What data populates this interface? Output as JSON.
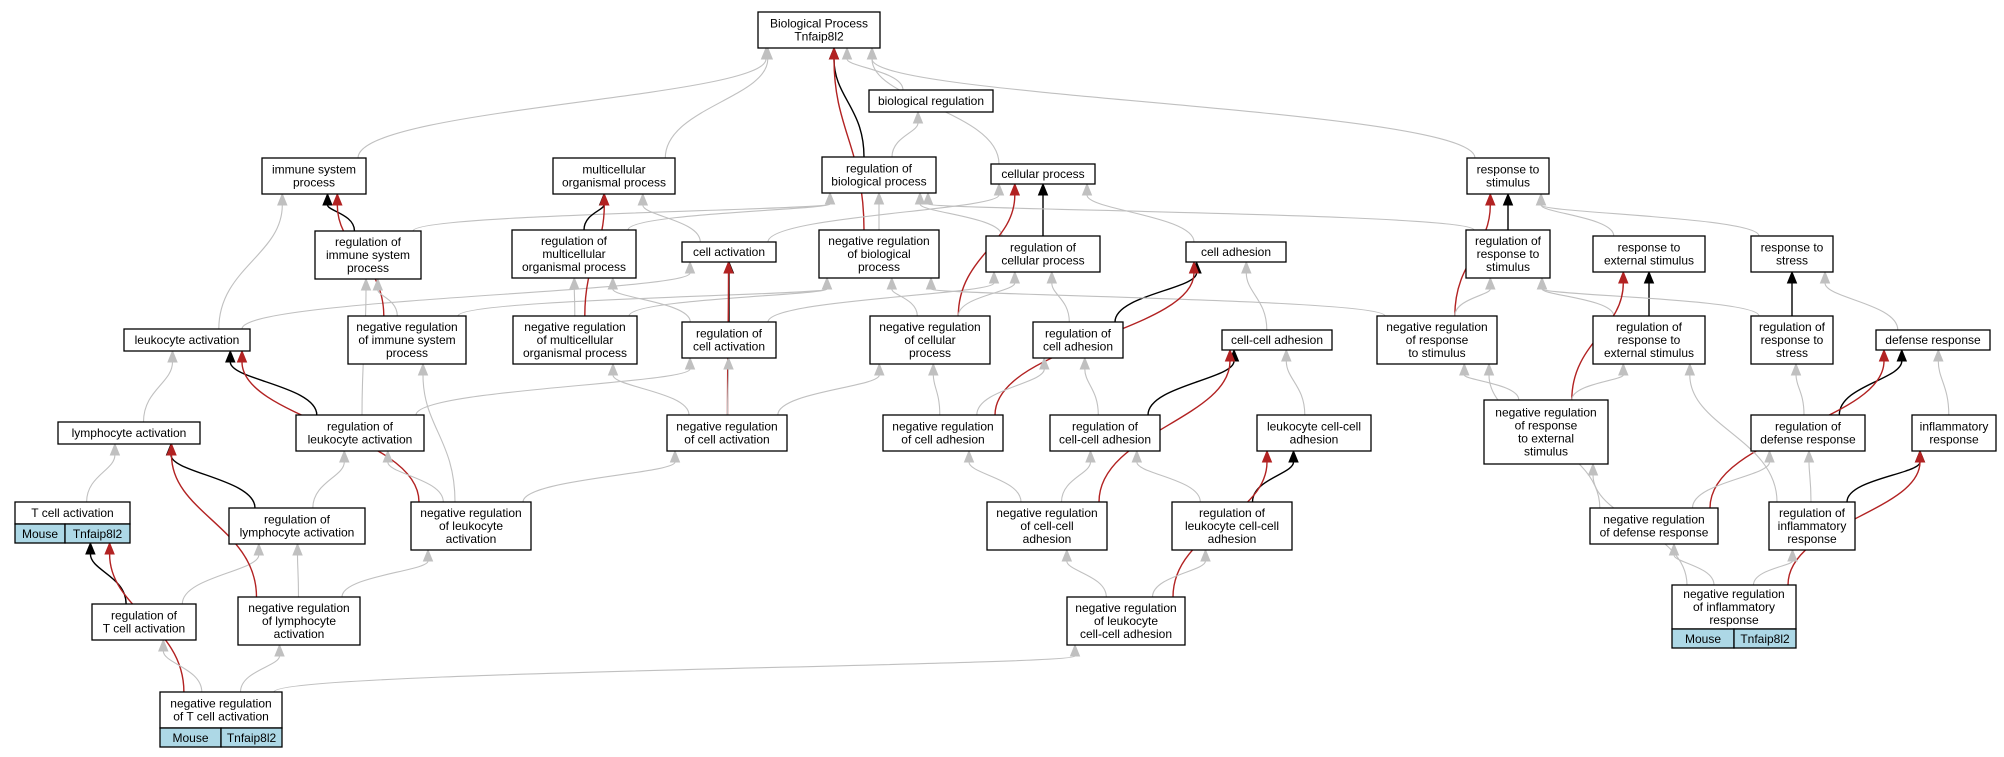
{
  "colors": {
    "black": "#000000",
    "gray": "#c0c0c0",
    "red": "#b22222",
    "annotation_fill": "#add8e6",
    "node_fill": "#ffffff"
  },
  "nodes": [
    {
      "id": "bp",
      "lines": [
        "Biological Process",
        "Tnfaip8l2"
      ]
    },
    {
      "id": "biol_reg",
      "lines": [
        "biological regulation"
      ]
    },
    {
      "id": "imm_sys",
      "lines": [
        "immune system",
        "process"
      ]
    },
    {
      "id": "multi_org",
      "lines": [
        "multicellular",
        "organismal process"
      ]
    },
    {
      "id": "reg_bp",
      "lines": [
        "regulation of",
        "biological process"
      ]
    },
    {
      "id": "cell_proc",
      "lines": [
        "cellular process"
      ]
    },
    {
      "id": "resp_stim",
      "lines": [
        "response to",
        "stimulus"
      ]
    },
    {
      "id": "reg_imm",
      "lines": [
        "regulation of",
        "immune system",
        "process"
      ]
    },
    {
      "id": "reg_multi",
      "lines": [
        "regulation of",
        "multicellular",
        "organismal process"
      ]
    },
    {
      "id": "cell_act",
      "lines": [
        "cell activation"
      ]
    },
    {
      "id": "neg_reg_bp",
      "lines": [
        "negative regulation",
        "of biological",
        "process"
      ]
    },
    {
      "id": "reg_cell_proc",
      "lines": [
        "regulation of",
        "cellular process"
      ]
    },
    {
      "id": "cell_adh",
      "lines": [
        "cell adhesion"
      ]
    },
    {
      "id": "reg_resp_stim",
      "lines": [
        "regulation of",
        "response to",
        "stimulus"
      ]
    },
    {
      "id": "resp_ext",
      "lines": [
        "response to",
        "external stimulus"
      ]
    },
    {
      "id": "resp_stress",
      "lines": [
        "response to",
        "stress"
      ]
    },
    {
      "id": "leuk_act",
      "lines": [
        "leukocyte activation"
      ]
    },
    {
      "id": "neg_reg_imm",
      "lines": [
        "negative regulation",
        "of immune system",
        "process"
      ]
    },
    {
      "id": "neg_reg_multi",
      "lines": [
        "negative regulation",
        "of multicellular",
        "organismal process"
      ]
    },
    {
      "id": "reg_cell_act",
      "lines": [
        "regulation of",
        "cell activation"
      ]
    },
    {
      "id": "neg_reg_cell_proc",
      "lines": [
        "negative regulation",
        "of cellular",
        "process"
      ]
    },
    {
      "id": "reg_cell_adh",
      "lines": [
        "regulation of",
        "cell adhesion"
      ]
    },
    {
      "id": "cc_adh",
      "lines": [
        "cell-cell adhesion"
      ]
    },
    {
      "id": "neg_reg_resp_stim",
      "lines": [
        "negative regulation",
        "of response",
        "to stimulus"
      ]
    },
    {
      "id": "reg_resp_ext",
      "lines": [
        "regulation of",
        "response to",
        "external stimulus"
      ]
    },
    {
      "id": "reg_resp_stress",
      "lines": [
        "regulation of",
        "response to",
        "stress"
      ]
    },
    {
      "id": "def_resp",
      "lines": [
        "defense response"
      ]
    },
    {
      "id": "lymph_act",
      "lines": [
        "lymphocyte activation"
      ]
    },
    {
      "id": "reg_leuk_act",
      "lines": [
        "regulation of",
        "leukocyte activation"
      ]
    },
    {
      "id": "neg_reg_cell_act",
      "lines": [
        "negative regulation",
        "of cell activation"
      ]
    },
    {
      "id": "neg_reg_cell_adh",
      "lines": [
        "negative regulation",
        "of cell adhesion"
      ]
    },
    {
      "id": "reg_cc_adh",
      "lines": [
        "regulation of",
        "cell-cell adhesion"
      ]
    },
    {
      "id": "leuk_cc_adh",
      "lines": [
        "leukocyte cell-cell",
        "adhesion"
      ]
    },
    {
      "id": "neg_reg_resp_ext",
      "lines": [
        "negative regulation",
        "of response",
        "to external",
        "stimulus"
      ]
    },
    {
      "id": "reg_def",
      "lines": [
        "regulation of",
        "defense response"
      ]
    },
    {
      "id": "infl",
      "lines": [
        "inflammatory",
        "response"
      ]
    },
    {
      "id": "tcell_act",
      "lines": [
        "T cell activation"
      ],
      "annotation": [
        "Mouse",
        "Tnfaip8l2"
      ]
    },
    {
      "id": "reg_lymph_act",
      "lines": [
        "regulation of",
        "lymphocyte activation"
      ]
    },
    {
      "id": "neg_reg_leuk_act",
      "lines": [
        "negative regulation",
        "of leukocyte",
        "activation"
      ]
    },
    {
      "id": "neg_reg_cc_adh",
      "lines": [
        "negative regulation",
        "of cell-cell",
        "adhesion"
      ]
    },
    {
      "id": "reg_leuk_cc_adh",
      "lines": [
        "regulation of",
        "leukocyte cell-cell",
        "adhesion"
      ]
    },
    {
      "id": "neg_reg_def",
      "lines": [
        "negative regulation",
        "of defense response"
      ]
    },
    {
      "id": "reg_infl",
      "lines": [
        "regulation of",
        "inflammatory",
        "response"
      ]
    },
    {
      "id": "reg_tcell_act",
      "lines": [
        "regulation of",
        "T cell activation"
      ]
    },
    {
      "id": "neg_reg_lymph_act",
      "lines": [
        "negative regulation",
        "of lymphocyte",
        "activation"
      ]
    },
    {
      "id": "neg_reg_leuk_cc_adh",
      "lines": [
        "negative regulation",
        "of leukocyte",
        "cell-cell adhesion"
      ]
    },
    {
      "id": "neg_reg_infl",
      "lines": [
        "negative regulation",
        "of inflammatory",
        "response"
      ],
      "annotation": [
        "Mouse",
        "Tnfaip8l2"
      ]
    },
    {
      "id": "neg_reg_tcell_act",
      "lines": [
        "negative regulation",
        "of T cell activation"
      ],
      "annotation": [
        "Mouse",
        "Tnfaip8l2"
      ]
    }
  ],
  "edges": [
    {
      "from": "biol_reg",
      "to": "bp",
      "kind": "is_a"
    },
    {
      "from": "imm_sys",
      "to": "bp",
      "kind": "is_a"
    },
    {
      "from": "multi_org",
      "to": "bp",
      "kind": "is_a"
    },
    {
      "from": "reg_bp",
      "to": "bp",
      "kind": "regulates"
    },
    {
      "from": "reg_bp",
      "to": "biol_reg",
      "kind": "is_a"
    },
    {
      "from": "cell_proc",
      "to": "bp",
      "kind": "is_a"
    },
    {
      "from": "resp_stim",
      "to": "bp",
      "kind": "is_a"
    },
    {
      "from": "neg_reg_bp",
      "to": "bp",
      "kind": "negatively_regulates"
    },
    {
      "from": "neg_reg_bp",
      "to": "reg_bp",
      "kind": "is_a"
    },
    {
      "from": "reg_imm",
      "to": "imm_sys",
      "kind": "regulates"
    },
    {
      "from": "reg_imm",
      "to": "reg_bp",
      "kind": "is_a"
    },
    {
      "from": "reg_multi",
      "to": "multi_org",
      "kind": "regulates"
    },
    {
      "from": "reg_multi",
      "to": "reg_bp",
      "kind": "is_a"
    },
    {
      "from": "cell_act",
      "to": "cell_proc",
      "kind": "is_a"
    },
    {
      "from": "cell_act",
      "to": "multi_org",
      "kind": "is_a"
    },
    {
      "from": "reg_cell_proc",
      "to": "cell_proc",
      "kind": "regulates"
    },
    {
      "from": "reg_cell_proc",
      "to": "reg_bp",
      "kind": "is_a"
    },
    {
      "from": "cell_adh",
      "to": "cell_proc",
      "kind": "is_a"
    },
    {
      "from": "reg_resp_stim",
      "to": "resp_stim",
      "kind": "regulates"
    },
    {
      "from": "reg_resp_stim",
      "to": "reg_bp",
      "kind": "is_a"
    },
    {
      "from": "resp_ext",
      "to": "resp_stim",
      "kind": "is_a"
    },
    {
      "from": "resp_stress",
      "to": "resp_stim",
      "kind": "is_a"
    },
    {
      "from": "leuk_act",
      "to": "imm_sys",
      "kind": "is_a"
    },
    {
      "from": "leuk_act",
      "to": "cell_act",
      "kind": "is_a"
    },
    {
      "from": "neg_reg_imm",
      "to": "imm_sys",
      "kind": "negatively_regulates"
    },
    {
      "from": "neg_reg_imm",
      "to": "reg_imm",
      "kind": "is_a"
    },
    {
      "from": "neg_reg_imm",
      "to": "neg_reg_bp",
      "kind": "is_a"
    },
    {
      "from": "neg_reg_multi",
      "to": "multi_org",
      "kind": "negatively_regulates"
    },
    {
      "from": "neg_reg_multi",
      "to": "reg_multi",
      "kind": "is_a"
    },
    {
      "from": "neg_reg_multi",
      "to": "neg_reg_bp",
      "kind": "is_a"
    },
    {
      "from": "reg_cell_act",
      "to": "cell_act",
      "kind": "regulates"
    },
    {
      "from": "reg_cell_act",
      "to": "reg_cell_proc",
      "kind": "is_a"
    },
    {
      "from": "reg_cell_act",
      "to": "reg_multi",
      "kind": "is_a"
    },
    {
      "from": "neg_reg_cell_proc",
      "to": "cell_proc",
      "kind": "negatively_regulates"
    },
    {
      "from": "neg_reg_cell_proc",
      "to": "reg_cell_proc",
      "kind": "is_a"
    },
    {
      "from": "neg_reg_cell_proc",
      "to": "neg_reg_bp",
      "kind": "is_a"
    },
    {
      "from": "reg_cell_adh",
      "to": "cell_adh",
      "kind": "regulates"
    },
    {
      "from": "reg_cell_adh",
      "to": "reg_cell_proc",
      "kind": "is_a"
    },
    {
      "from": "cc_adh",
      "to": "cell_adh",
      "kind": "is_a"
    },
    {
      "from": "neg_reg_resp_stim",
      "to": "resp_stim",
      "kind": "negatively_regulates"
    },
    {
      "from": "neg_reg_resp_stim",
      "to": "reg_resp_stim",
      "kind": "is_a"
    },
    {
      "from": "neg_reg_resp_stim",
      "to": "neg_reg_bp",
      "kind": "is_a"
    },
    {
      "from": "reg_resp_ext",
      "to": "resp_ext",
      "kind": "regulates"
    },
    {
      "from": "reg_resp_ext",
      "to": "reg_resp_stim",
      "kind": "is_a"
    },
    {
      "from": "reg_resp_stress",
      "to": "resp_stress",
      "kind": "regulates"
    },
    {
      "from": "reg_resp_stress",
      "to": "reg_resp_stim",
      "kind": "is_a"
    },
    {
      "from": "def_resp",
      "to": "resp_stress",
      "kind": "is_a"
    },
    {
      "from": "lymph_act",
      "to": "leuk_act",
      "kind": "is_a"
    },
    {
      "from": "reg_leuk_act",
      "to": "leuk_act",
      "kind": "regulates"
    },
    {
      "from": "reg_leuk_act",
      "to": "reg_imm",
      "kind": "is_a"
    },
    {
      "from": "reg_leuk_act",
      "to": "reg_cell_act",
      "kind": "is_a"
    },
    {
      "from": "neg_reg_cell_act",
      "to": "cell_act",
      "kind": "negatively_regulates"
    },
    {
      "from": "neg_reg_cell_act",
      "to": "reg_cell_act",
      "kind": "is_a"
    },
    {
      "from": "neg_reg_cell_act",
      "to": "neg_reg_cell_proc",
      "kind": "is_a"
    },
    {
      "from": "neg_reg_cell_act",
      "to": "neg_reg_multi",
      "kind": "is_a"
    },
    {
      "from": "neg_reg_cell_adh",
      "to": "cell_adh",
      "kind": "negatively_regulates"
    },
    {
      "from": "neg_reg_cell_adh",
      "to": "reg_cell_adh",
      "kind": "is_a"
    },
    {
      "from": "neg_reg_cell_adh",
      "to": "neg_reg_cell_proc",
      "kind": "is_a"
    },
    {
      "from": "reg_cc_adh",
      "to": "cc_adh",
      "kind": "regulates"
    },
    {
      "from": "reg_cc_adh",
      "to": "reg_cell_adh",
      "kind": "is_a"
    },
    {
      "from": "leuk_cc_adh",
      "to": "cc_adh",
      "kind": "is_a"
    },
    {
      "from": "neg_reg_resp_ext",
      "to": "resp_ext",
      "kind": "negatively_regulates"
    },
    {
      "from": "neg_reg_resp_ext",
      "to": "reg_resp_ext",
      "kind": "is_a"
    },
    {
      "from": "neg_reg_resp_ext",
      "to": "neg_reg_resp_stim",
      "kind": "is_a"
    },
    {
      "from": "reg_def",
      "to": "def_resp",
      "kind": "regulates"
    },
    {
      "from": "reg_def",
      "to": "reg_resp_stress",
      "kind": "is_a"
    },
    {
      "from": "infl",
      "to": "def_resp",
      "kind": "is_a"
    },
    {
      "from": "tcell_act",
      "to": "lymph_act",
      "kind": "is_a"
    },
    {
      "from": "reg_lymph_act",
      "to": "lymph_act",
      "kind": "regulates"
    },
    {
      "from": "reg_lymph_act",
      "to": "reg_leuk_act",
      "kind": "is_a"
    },
    {
      "from": "neg_reg_leuk_act",
      "to": "leuk_act",
      "kind": "negatively_regulates"
    },
    {
      "from": "neg_reg_leuk_act",
      "to": "reg_leuk_act",
      "kind": "is_a"
    },
    {
      "from": "neg_reg_leuk_act",
      "to": "neg_reg_cell_act",
      "kind": "is_a"
    },
    {
      "from": "neg_reg_leuk_act",
      "to": "neg_reg_imm",
      "kind": "is_a"
    },
    {
      "from": "neg_reg_cc_adh",
      "to": "cc_adh",
      "kind": "negatively_regulates"
    },
    {
      "from": "neg_reg_cc_adh",
      "to": "reg_cc_adh",
      "kind": "is_a"
    },
    {
      "from": "neg_reg_cc_adh",
      "to": "neg_reg_cell_adh",
      "kind": "is_a"
    },
    {
      "from": "reg_leuk_cc_adh",
      "to": "leuk_cc_adh",
      "kind": "regulates"
    },
    {
      "from": "reg_leuk_cc_adh",
      "to": "reg_cc_adh",
      "kind": "is_a"
    },
    {
      "from": "neg_reg_def",
      "to": "def_resp",
      "kind": "negatively_regulates"
    },
    {
      "from": "neg_reg_def",
      "to": "reg_def",
      "kind": "is_a"
    },
    {
      "from": "neg_reg_def",
      "to": "neg_reg_resp_stim",
      "kind": "is_a"
    },
    {
      "from": "reg_infl",
      "to": "infl",
      "kind": "regulates"
    },
    {
      "from": "reg_infl",
      "to": "reg_def",
      "kind": "is_a"
    },
    {
      "from": "reg_infl",
      "to": "reg_resp_ext",
      "kind": "is_a"
    },
    {
      "from": "reg_tcell_act",
      "to": "tcell_act",
      "kind": "regulates"
    },
    {
      "from": "reg_tcell_act",
      "to": "reg_lymph_act",
      "kind": "is_a"
    },
    {
      "from": "neg_reg_lymph_act",
      "to": "lymph_act",
      "kind": "negatively_regulates"
    },
    {
      "from": "neg_reg_lymph_act",
      "to": "reg_lymph_act",
      "kind": "is_a"
    },
    {
      "from": "neg_reg_lymph_act",
      "to": "neg_reg_leuk_act",
      "kind": "is_a"
    },
    {
      "from": "neg_reg_leuk_cc_adh",
      "to": "leuk_cc_adh",
      "kind": "negatively_regulates"
    },
    {
      "from": "neg_reg_leuk_cc_adh",
      "to": "reg_leuk_cc_adh",
      "kind": "is_a"
    },
    {
      "from": "neg_reg_leuk_cc_adh",
      "to": "neg_reg_cc_adh",
      "kind": "is_a"
    },
    {
      "from": "neg_reg_infl",
      "to": "infl",
      "kind": "negatively_regulates"
    },
    {
      "from": "neg_reg_infl",
      "to": "reg_infl",
      "kind": "is_a"
    },
    {
      "from": "neg_reg_infl",
      "to": "neg_reg_def",
      "kind": "is_a"
    },
    {
      "from": "neg_reg_infl",
      "to": "neg_reg_resp_ext",
      "kind": "is_a"
    },
    {
      "from": "neg_reg_tcell_act",
      "to": "tcell_act",
      "kind": "negatively_regulates"
    },
    {
      "from": "neg_reg_tcell_act",
      "to": "reg_tcell_act",
      "kind": "is_a"
    },
    {
      "from": "neg_reg_tcell_act",
      "to": "neg_reg_lymph_act",
      "kind": "is_a"
    },
    {
      "from": "neg_reg_tcell_act",
      "to": "neg_reg_leuk_cc_adh",
      "kind": "is_a"
    }
  ]
}
